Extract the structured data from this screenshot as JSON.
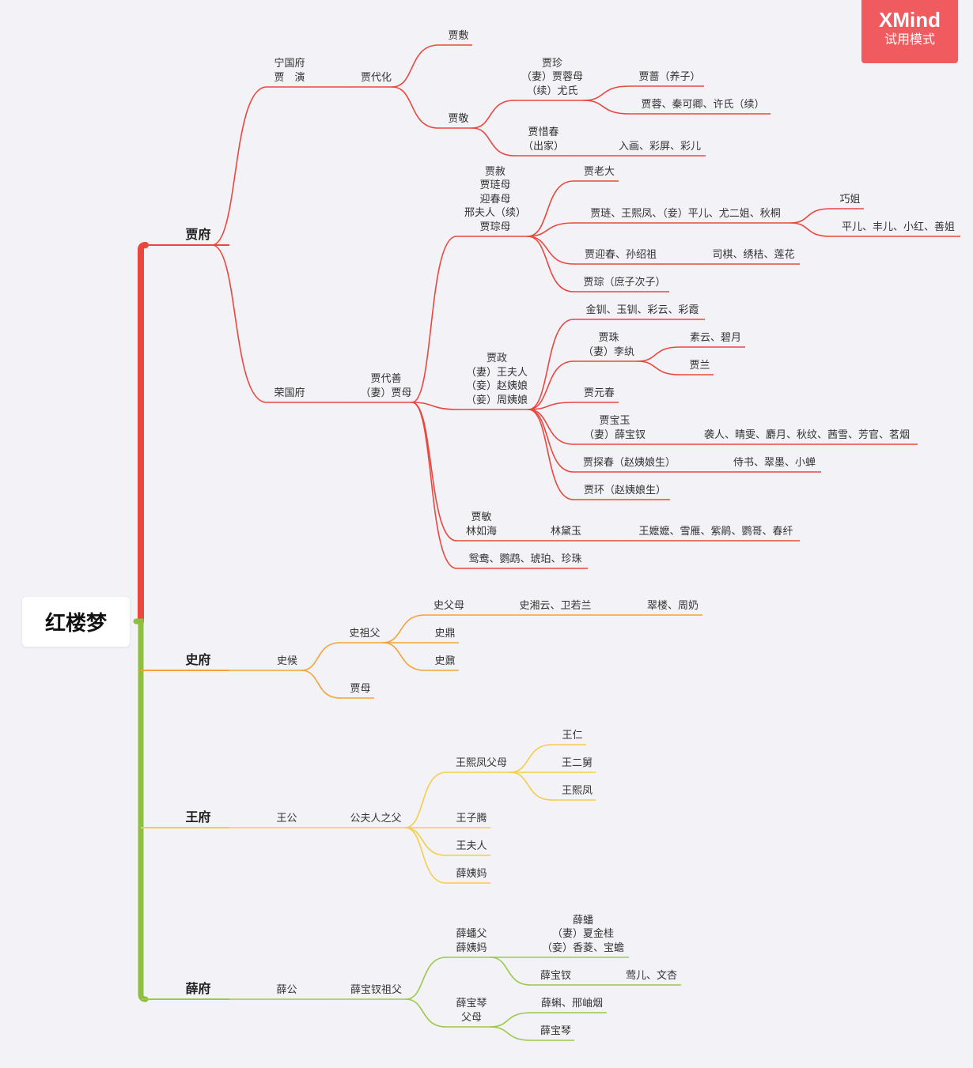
{
  "root": "红楼梦",
  "watermark": {
    "brand": "XMind",
    "mode": "试用模式"
  },
  "colors": {
    "jia": "#e9473f",
    "shi": "#f2a33a",
    "wang": "#f4ce4a",
    "xue": "#9cc84a",
    "trunk_green": "#8dc03f"
  },
  "tree": [
    {
      "id": "jia",
      "label": "贾府",
      "children": [
        {
          "id": "ningguo",
          "label": "宁国府\n贾　演",
          "children": [
            {
              "id": "jiadaihua",
              "label": "贾代化",
              "children": [
                {
                  "id": "jiafu",
                  "label": "贾敷"
                },
                {
                  "id": "jiajing",
                  "label": "贾敬",
                  "children": [
                    {
                      "id": "jiazhen",
                      "label": "贾珍\n（妻）贾蓉母\n（续）尤氏",
                      "children": [
                        {
                          "id": "jiaqiang",
                          "label": "贾蔷（养子）"
                        },
                        {
                          "id": "jiarong",
                          "label": "贾蓉、秦可卿、许氏（续）"
                        }
                      ]
                    },
                    {
                      "id": "jiaxichun",
                      "label": "贾惜春\n（出家）",
                      "children": [
                        {
                          "id": "ruhua",
                          "label": "入画、彩屏、彩儿"
                        }
                      ]
                    }
                  ]
                }
              ]
            }
          ]
        },
        {
          "id": "rongguo",
          "label": "荣国府",
          "children": [
            {
              "id": "jiadaishan",
              "label": "贾代善\n（妻）贾母",
              "children": [
                {
                  "id": "jiashe",
                  "label": "贾赦\n贾琏母\n迎春母\n邢夫人（续）\n贾琮母",
                  "children": [
                    {
                      "id": "jialaoda",
                      "label": "贾老大"
                    },
                    {
                      "id": "jialian",
                      "label": "贾琏、王熙凤、（妾）平儿、尤二姐、秋桐",
                      "children": [
                        {
                          "id": "qiaojie",
                          "label": "巧姐"
                        },
                        {
                          "id": "pinger",
                          "label": "平儿、丰儿、小红、善姐"
                        }
                      ]
                    },
                    {
                      "id": "yingchun",
                      "label": "贾迎春、孙绍祖",
                      "children": [
                        {
                          "id": "siqi",
                          "label": "司棋、绣桔、莲花"
                        }
                      ]
                    },
                    {
                      "id": "jiacong",
                      "label": "贾琮（庶子次子）"
                    }
                  ]
                },
                {
                  "id": "jiazheng",
                  "label": "贾政\n（妻）王夫人\n（妾）赵姨娘\n（妾）周姨娘",
                  "children": [
                    {
                      "id": "jinchuan",
                      "label": "金钏、玉钏、彩云、彩霞"
                    },
                    {
                      "id": "jiazhu",
                      "label": "贾珠\n（妻）李纨",
                      "children": [
                        {
                          "id": "suyun",
                          "label": "素云、碧月"
                        },
                        {
                          "id": "jialan",
                          "label": "贾兰"
                        }
                      ]
                    },
                    {
                      "id": "yuanchun",
                      "label": "贾元春"
                    },
                    {
                      "id": "baoyu",
                      "label": "贾宝玉\n（妻）薛宝钗",
                      "children": [
                        {
                          "id": "xiren",
                          "label": "袭人、晴雯、麝月、秋纹、茜雪、芳官、茗烟"
                        }
                      ]
                    },
                    {
                      "id": "tanchun",
                      "label": "贾探春（赵姨娘生）",
                      "children": [
                        {
                          "id": "daishu",
                          "label": "侍书、翠墨、小蝉"
                        }
                      ]
                    },
                    {
                      "id": "jiahuan",
                      "label": "贾环（赵姨娘生）"
                    }
                  ]
                },
                {
                  "id": "jiamin",
                  "label": "贾敏\n林如海",
                  "children": [
                    {
                      "id": "daiyu",
                      "label": "林黛玉",
                      "children": [
                        {
                          "id": "wangmama",
                          "label": "王嬷嬷、雪雁、紫鹃、鹦哥、春纤"
                        }
                      ]
                    }
                  ]
                },
                {
                  "id": "yuanyang",
                  "label": "鸳鸯、鹦鹉、琥珀、珍珠"
                }
              ]
            }
          ]
        }
      ]
    },
    {
      "id": "shi",
      "label": "史府",
      "children": [
        {
          "id": "shihou",
          "label": "史候",
          "children": [
            {
              "id": "shizufu",
              "label": "史祖父",
              "children": [
                {
                  "id": "shifumu",
                  "label": "史父母",
                  "children": [
                    {
                      "id": "xiangyun",
                      "label": "史湘云、卫若兰",
                      "children": [
                        {
                          "id": "cuilou",
                          "label": "翠楼、周奶"
                        }
                      ]
                    }
                  ]
                },
                {
                  "id": "shiding",
                  "label": "史鼎"
                },
                {
                  "id": "shinai",
                  "label": "史鼐"
                }
              ]
            },
            {
              "id": "jiamu",
              "label": "贾母"
            }
          ]
        }
      ]
    },
    {
      "id": "wang",
      "label": "王府",
      "children": [
        {
          "id": "wanggong",
          "label": "王公",
          "children": [
            {
              "id": "gongfuren",
              "label": "公夫人之父",
              "children": [
                {
                  "id": "xfumu",
                  "label": "王熙凤父母",
                  "children": [
                    {
                      "id": "wangren",
                      "label": "王仁"
                    },
                    {
                      "id": "wangerjiu",
                      "label": "王二舅"
                    },
                    {
                      "id": "xifeng",
                      "label": "王熙凤"
                    }
                  ]
                },
                {
                  "id": "ziteng",
                  "label": "王子腾"
                },
                {
                  "id": "wangfuren",
                  "label": "王夫人"
                },
                {
                  "id": "xueyima",
                  "label": "薛姨妈"
                }
              ]
            }
          ]
        }
      ]
    },
    {
      "id": "xue",
      "label": "薛府",
      "children": [
        {
          "id": "xuegong",
          "label": "薛公",
          "children": [
            {
              "id": "baochaizu",
              "label": "薛宝钗祖父",
              "children": [
                {
                  "id": "xuepanfu",
                  "label": "薛蟠父\n薛姨妈",
                  "children": [
                    {
                      "id": "xuepan",
                      "label": "薛蟠\n（妻）夏金桂\n（妾）香菱、宝蟾"
                    },
                    {
                      "id": "baochai",
                      "label": "薛宝钗",
                      "children": [
                        {
                          "id": "yinger",
                          "label": "莺儿、文杏"
                        }
                      ]
                    }
                  ]
                },
                {
                  "id": "baoqinfm",
                  "label": "薛宝琴\n父母",
                  "children": [
                    {
                      "id": "xueke",
                      "label": "薛蝌、邢岫烟"
                    },
                    {
                      "id": "baoqin",
                      "label": "薛宝琴"
                    }
                  ]
                }
              ]
            }
          ]
        }
      ]
    }
  ]
}
